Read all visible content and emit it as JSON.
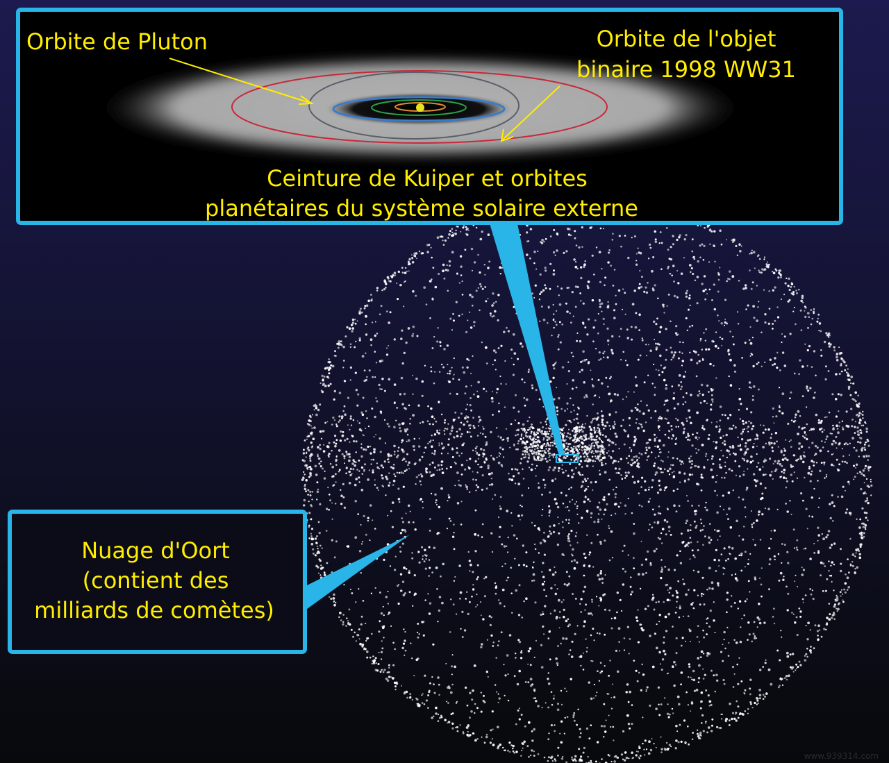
{
  "kuiper_box": {
    "pluto_label": "Orbite de Pluton",
    "ww31_label_line1": "Orbite de l'objet",
    "ww31_label_line2": "binaire 1998 WW31",
    "caption_line1": "Ceinture de Kuiper et orbites",
    "caption_line2": "planétaires du système solaire externe"
  },
  "oort_box": {
    "line1": "Nuage d'Oort",
    "line2": "(contient des",
    "line3": "milliards de comètes)"
  },
  "watermark": "www.939314.com",
  "colors": {
    "callout_border": "#29b5e8",
    "label_text": "#ffee00",
    "orbit_wide_binary": "#c8283a",
    "orbit_pluto": "#5a5f6a",
    "orbit_neptune": "#3a7cc8",
    "orbit_uranus": "#2aa04a",
    "orbit_saturn": "#e08a30",
    "sun": "#e8e020"
  }
}
